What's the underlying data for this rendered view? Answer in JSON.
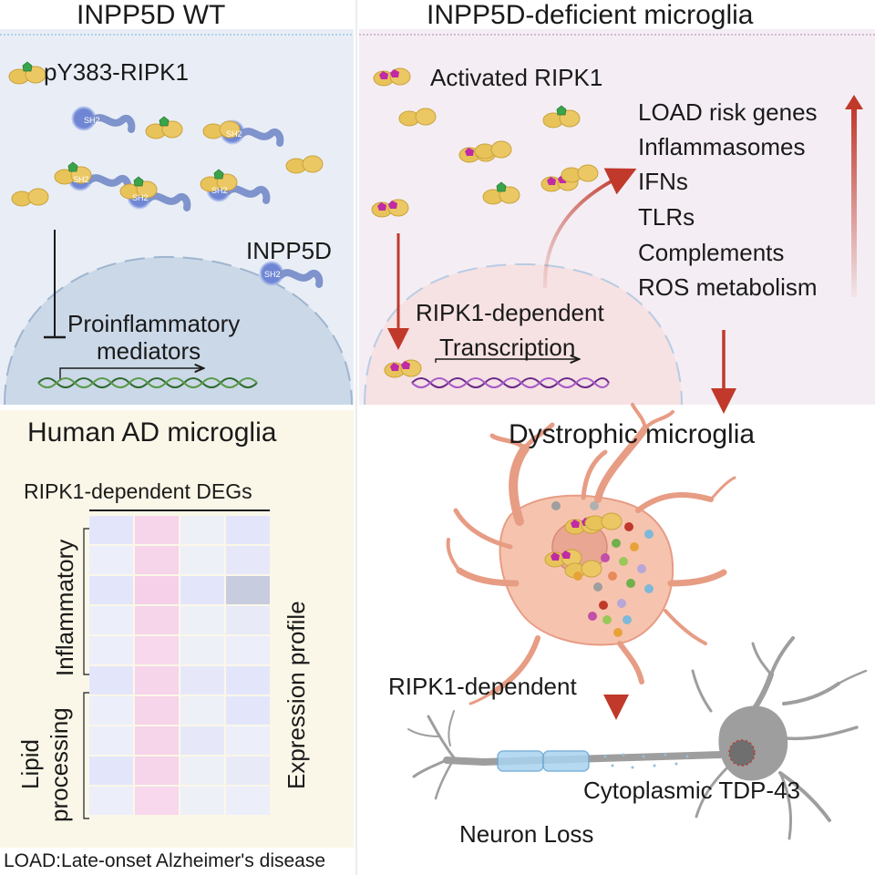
{
  "panels": {
    "wt": {
      "title": "INPP5D WT",
      "ripk1_label": "pY383-RIPK1",
      "inpp5d_label": "INPP5D",
      "mediators_line1": "Proinflammatory",
      "mediators_line2": "mediators",
      "sh2_label": "SH2"
    },
    "deficient": {
      "title": "INPP5D-deficient microglia",
      "activated_label": "Activated RIPK1",
      "transcription_line1": "RIPK1-dependent",
      "transcription_line2": "Transcription",
      "upregulated": [
        "LOAD risk genes",
        "Inflammasomes",
        "IFNs",
        "TLRs",
        "Complements",
        "ROS metabolism"
      ]
    },
    "human_ad": {
      "title": "Human AD microglia",
      "heatmap_header": "RIPK1-dependent DEGs",
      "row_group_1": "Inflammatory",
      "row_group_2_line1": "Lipid",
      "row_group_2_line2": "processing",
      "axis_label": "Expression profile",
      "heatmap_colors": [
        [
          "#e3e6fb",
          "#f6d4ea",
          "#eef0f7",
          "#e3e6fb"
        ],
        [
          "#eceefa",
          "#f6d4ea",
          "#eef0f7",
          "#e6e8fa"
        ],
        [
          "#e3e6fb",
          "#f5d0e8",
          "#e3e6fb",
          "#c8ccdf"
        ],
        [
          "#eceefa",
          "#f6d4ea",
          "#eef0f7",
          "#e8eaf8"
        ],
        [
          "#eceefa",
          "#f7d8ec",
          "#eef0f7",
          "#eceefa"
        ],
        [
          "#e3e6fb",
          "#f6d4ea",
          "#e6e8fa",
          "#e3e6fb"
        ],
        [
          "#eceefa",
          "#f6d4ea",
          "#eef0f7",
          "#e3e6fb"
        ],
        [
          "#eceefa",
          "#f6d4ea",
          "#e6e8fa",
          "#eceefa"
        ],
        [
          "#e3e6fb",
          "#f6d4ea",
          "#eef0f7",
          "#e8eaf8"
        ],
        [
          "#eceefa",
          "#f7d8ec",
          "#eef0f7",
          "#eceefa"
        ]
      ]
    },
    "dystrophic": {
      "title": "Dystrophic microglia",
      "pathway_label": "RIPK1-dependent",
      "tdp_label": "Cytoplasmic TDP-43",
      "neuron_label": "Neuron Loss"
    }
  },
  "footnote": "LOAD:Late-onset Alzheimer's disease",
  "colors": {
    "wt_bg": "#e9eef6",
    "deficient_bg": "#f4eef4",
    "human_bg": "#fbf7e8",
    "dystrophic_bg": "#ffffff",
    "arrow_red": "#c0392b",
    "ripk1_yellow": "#e8c35a",
    "sh2_blue": "#6f86d4",
    "phospho_magenta": "#c02aa5",
    "phospho_green": "#3aa44a",
    "microglia_body": "#f6c4ae",
    "neuron_gray": "#9e9e9e"
  },
  "icons": [
    "ripk1-protein-icon",
    "sh2-domain-icon",
    "dna-helix-icon",
    "microglia-cell-icon",
    "neuron-icon",
    "up-arrow-icon",
    "down-arrow-icon"
  ]
}
